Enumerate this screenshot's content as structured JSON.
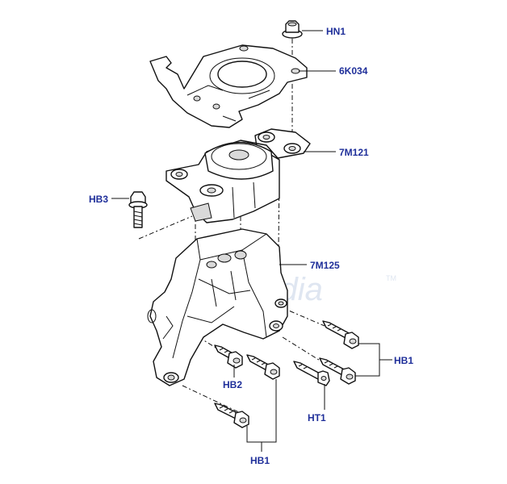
{
  "watermark": {
    "text": "fordmedia",
    "tm": "TM"
  },
  "callouts": {
    "hn1": "HN1",
    "k6_034": "6K034",
    "m7_121": "7M121",
    "hb3": "HB3",
    "m7_125": "7M125",
    "hb1_right": "HB1",
    "hb2": "HB2",
    "ht1": "HT1",
    "hb1_bottom": "HB1"
  },
  "colors": {
    "label": "#1f2f9a",
    "line": "#111111",
    "watermark": "#dfe6f1"
  }
}
